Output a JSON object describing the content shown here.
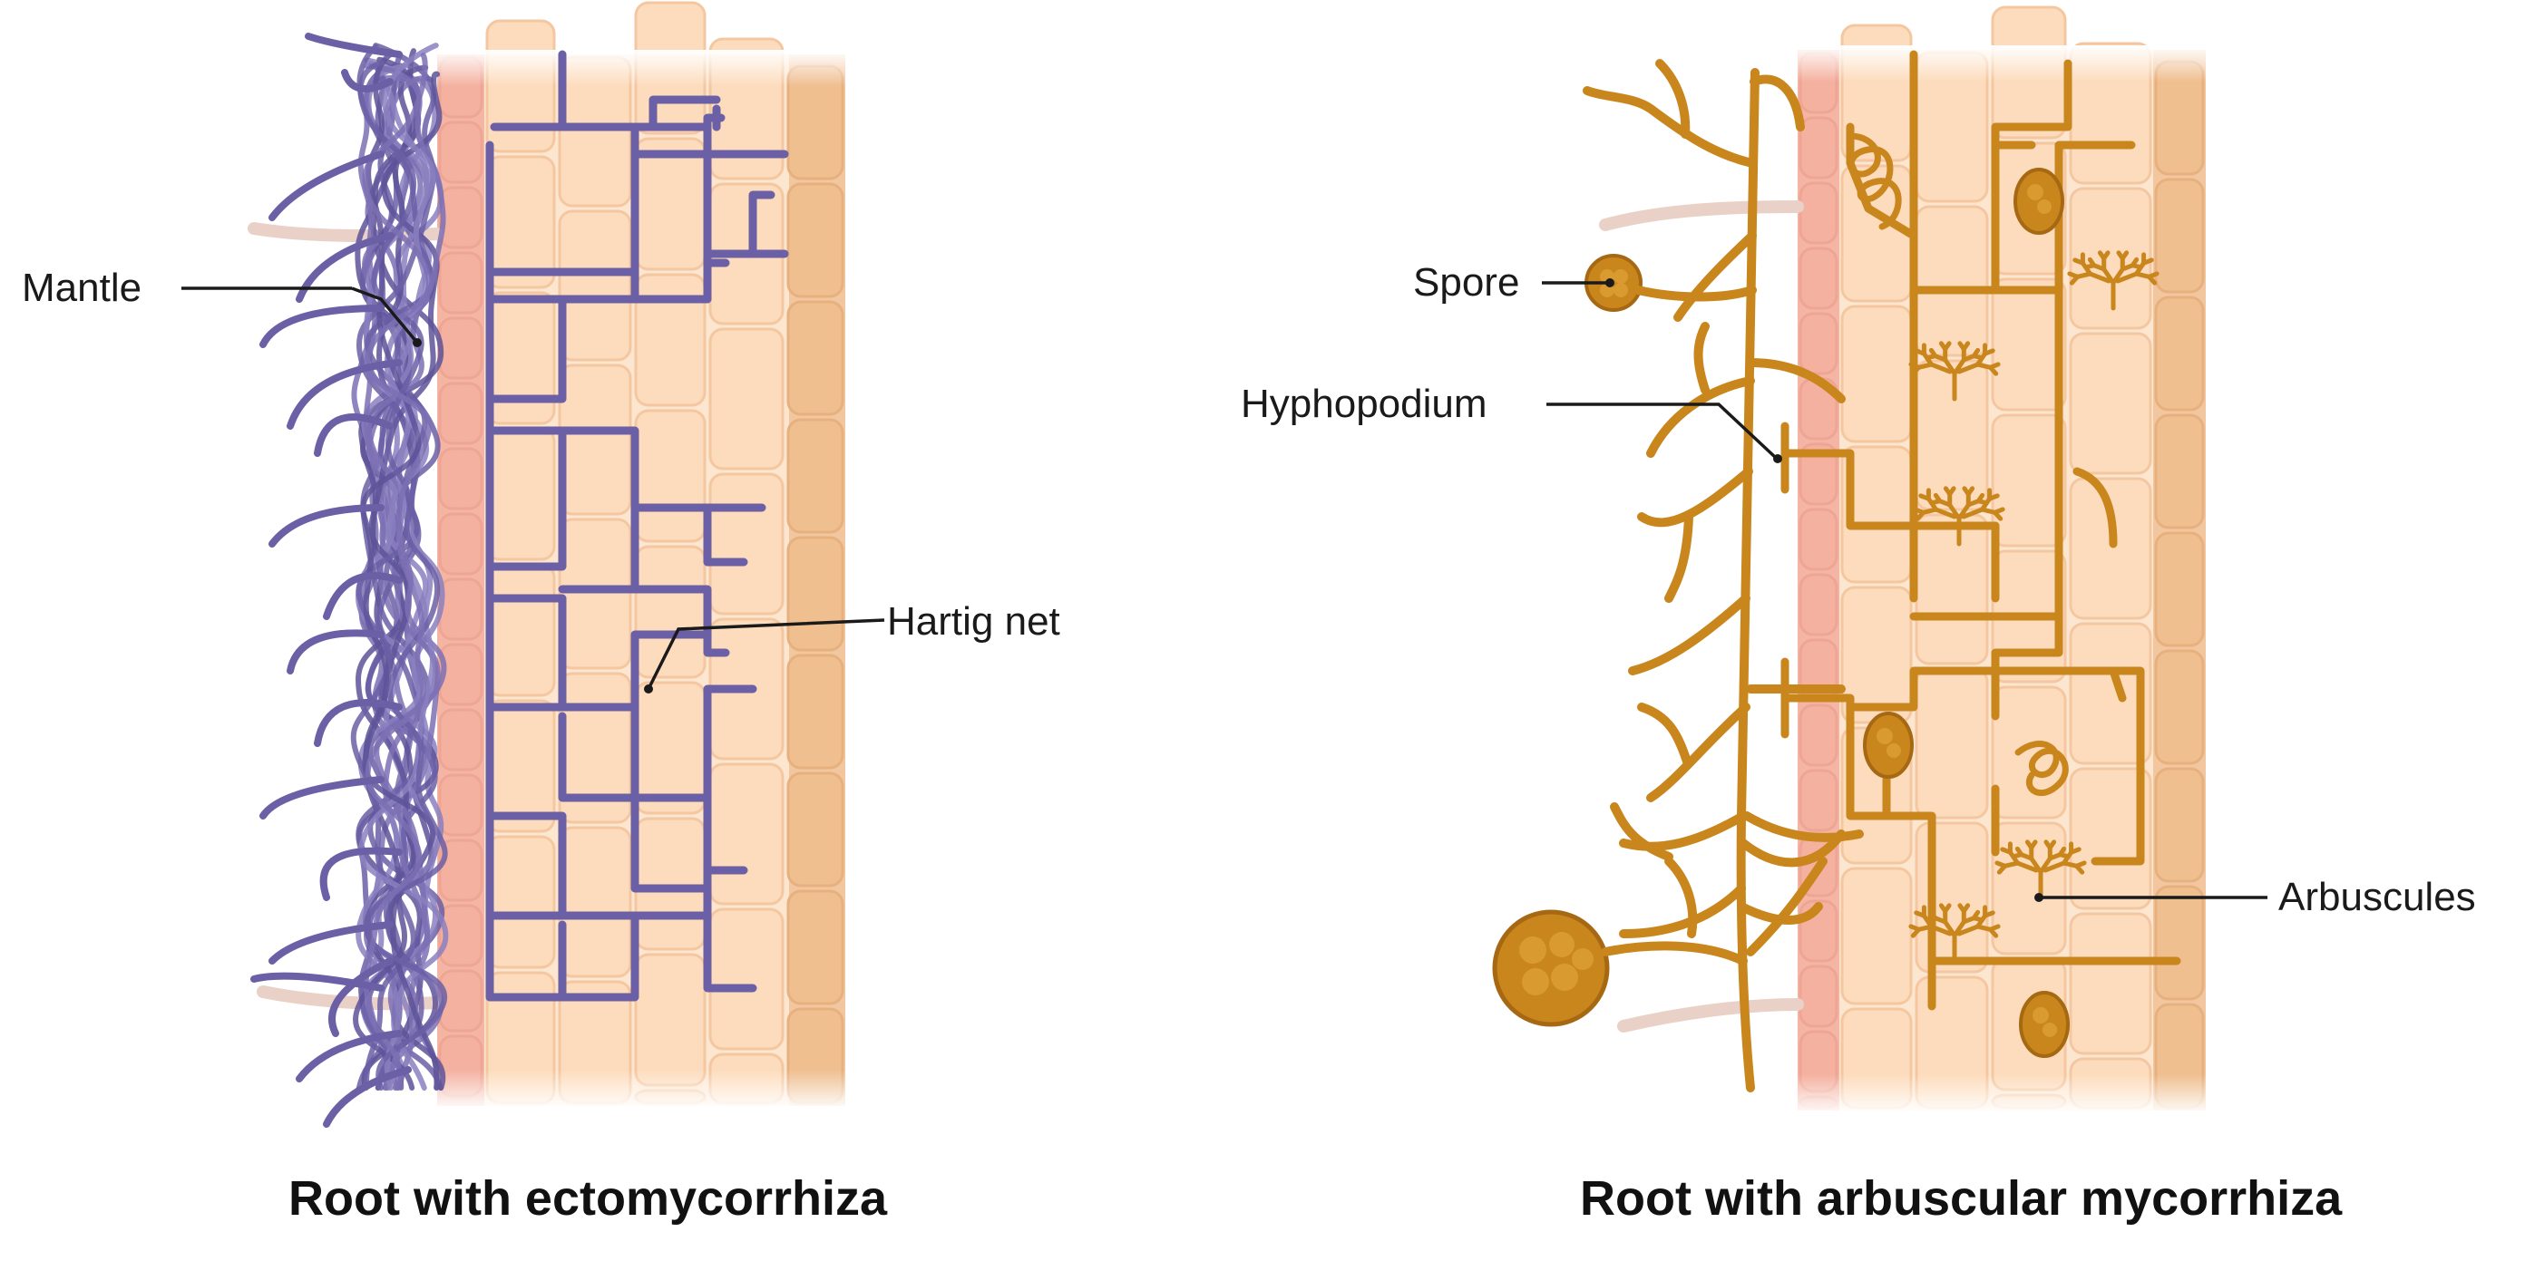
{
  "panels": {
    "ecto": {
      "caption": "Root with ectomycorrhiza",
      "labels": {
        "mantle": "Mantle",
        "hartig": "Hartig net"
      }
    },
    "am": {
      "caption": "Root with arbuscular mycorrhiza",
      "labels": {
        "spore": "Spore",
        "hyphopodium": "Hyphopodium",
        "arbuscules": "Arbuscules"
      }
    }
  },
  "colors": {
    "ecto_hyphae": "#6b5fa6",
    "am_hyphae": "#c8861d",
    "cell_fill": "#fbd9bb",
    "cell_stroke": "#f2c39c",
    "epidermis": "#f4b1a0",
    "endodermis": "#efbf90"
  }
}
